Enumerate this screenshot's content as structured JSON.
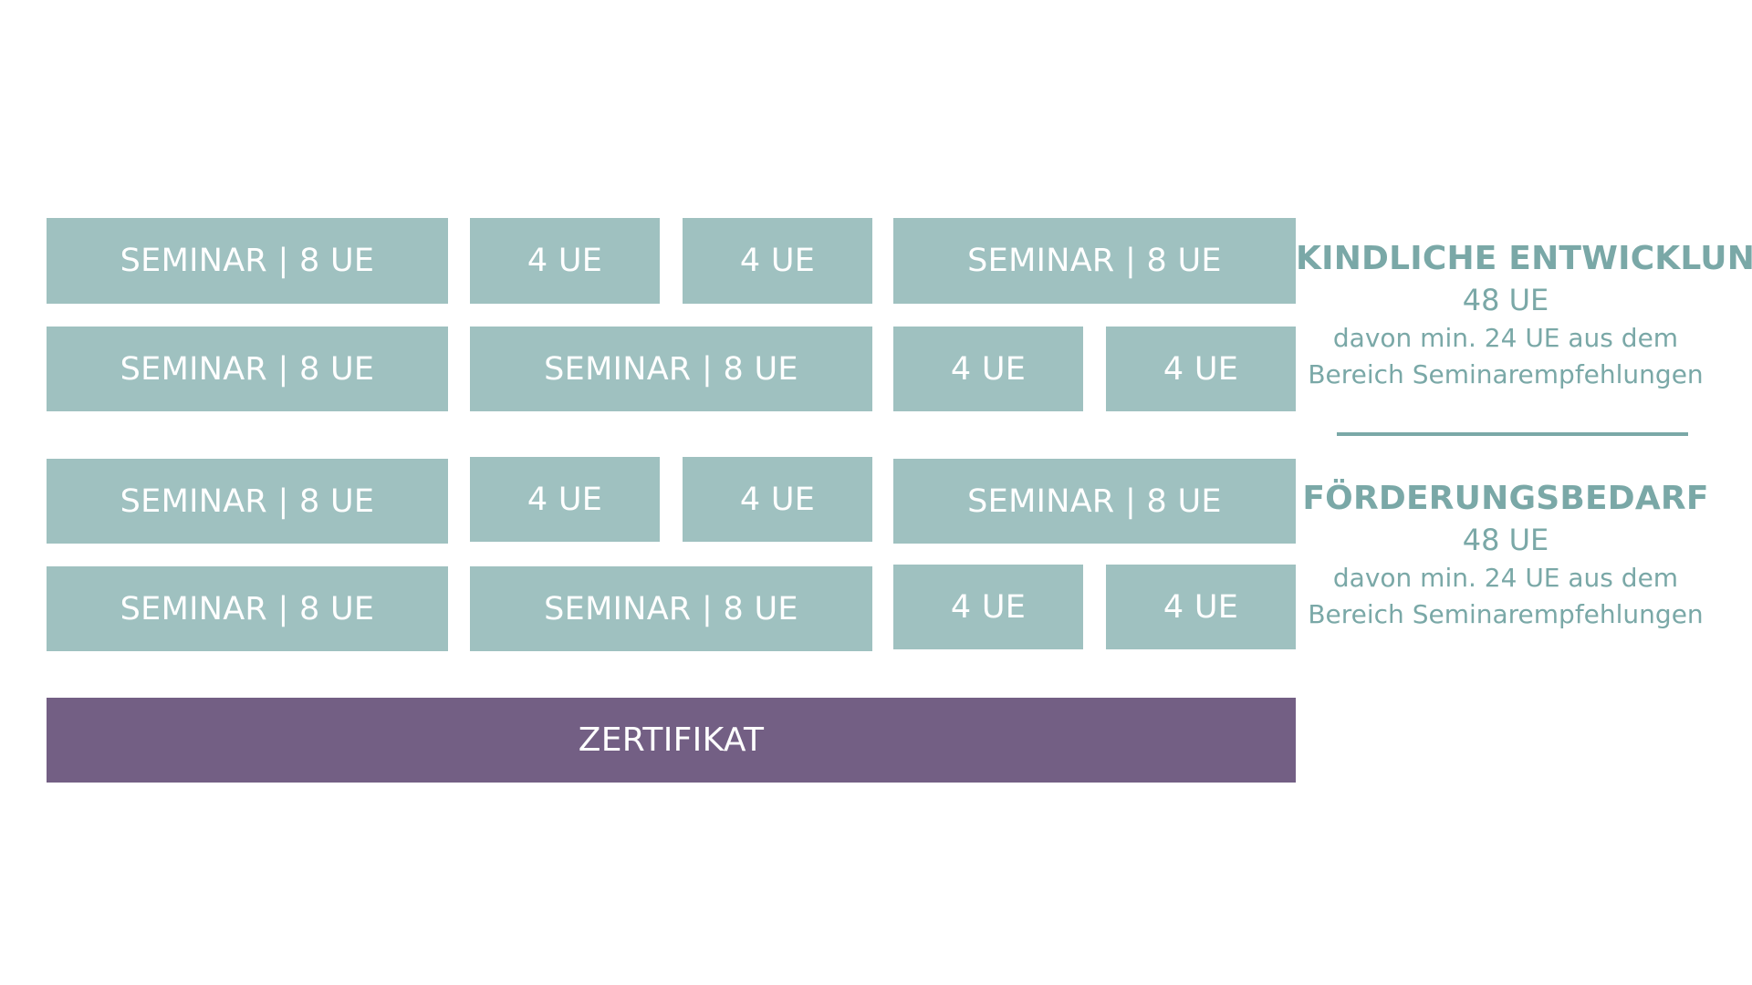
{
  "colors": {
    "module": "#9fc1c0",
    "certificate": "#735f84",
    "text": "#7aa8a7"
  },
  "blocks": {
    "r1": [
      "SEMINAR | 8 UE",
      "4 UE",
      "4 UE",
      "SEMINAR | 8 UE"
    ],
    "r2": [
      "SEMINAR | 8 UE",
      "SEMINAR | 8 UE",
      "4 UE",
      "4 UE"
    ],
    "r3": [
      "SEMINAR | 8 UE",
      "4 UE",
      "4 UE",
      "SEMINAR | 8 UE"
    ],
    "r4": [
      "SEMINAR | 8 UE",
      "SEMINAR | 8 UE",
      "4 UE",
      "4 UE"
    ]
  },
  "certificate": {
    "label": "ZERTIFIKAT"
  },
  "groups": [
    {
      "title": "KINDLICHE ENTWICKLUNG",
      "total": "48 UE",
      "note_line1": "davon min. 24 UE aus dem",
      "note_line2": "Bereich Seminarempfehlungen"
    },
    {
      "title": "FÖRDERUNGSBEDARF",
      "total": "48 UE",
      "note_line1": "davon min. 24 UE aus dem",
      "note_line2": "Bereich Seminarempfehlungen"
    }
  ]
}
